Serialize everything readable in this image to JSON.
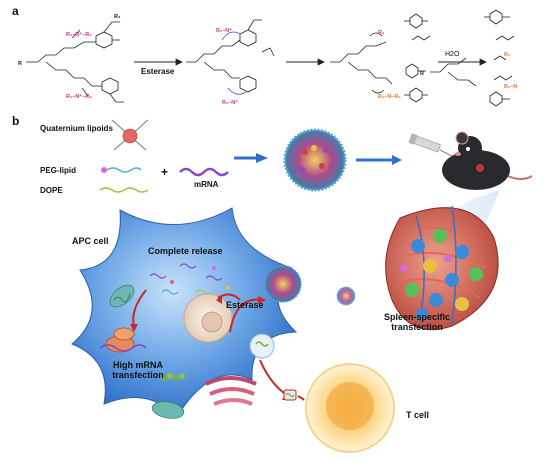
{
  "panel_a": {
    "label": "a",
    "esterase_arrow_label": "Esterase",
    "water_label": "H2O"
  },
  "panel_b": {
    "label": "b",
    "legend": {
      "quaternium": "Quaternium lipoids",
      "peg": "PEG-lipid",
      "dope": "DOPE",
      "mrna": "mRNA",
      "plus": "+"
    },
    "cell_labels": {
      "apc": "APC cell",
      "release": "Complete release",
      "esterase": "Esterase",
      "high_mrna": "High mRNA transfection",
      "spleen": "Spleen-specific transfection",
      "tcell": "T cell"
    }
  },
  "colors": {
    "apc_cell": "#3f7fd0",
    "t_cell": "#f5c76a",
    "spleen": "#c0584a",
    "arrow_red": "#c8282a",
    "arrow_blue": "#2f6fd0",
    "charge_pink": "#d4388a",
    "quaternium_red": "#d04040"
  }
}
